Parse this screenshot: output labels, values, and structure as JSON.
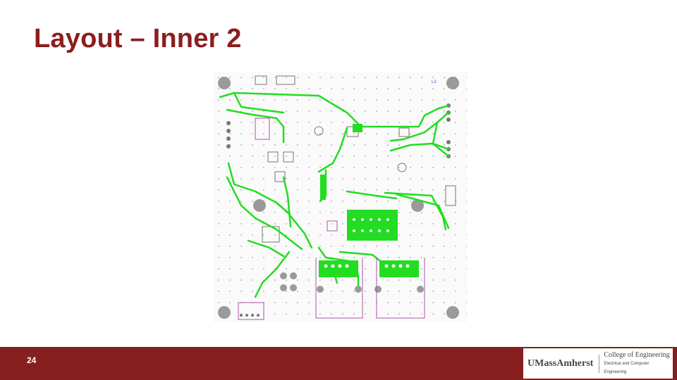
{
  "slide": {
    "title": "Layout – Inner 2",
    "page_number": "24"
  },
  "board": {
    "layer_label": "L3",
    "trace_color": "#22dd22",
    "pad_color": "#888888",
    "outline_color": "#aa55aa"
  },
  "footer": {
    "background": "#861f1f",
    "university": "UMassAmherst",
    "college": "College of Engineering",
    "department": "Electrical and Computer Engineering"
  }
}
